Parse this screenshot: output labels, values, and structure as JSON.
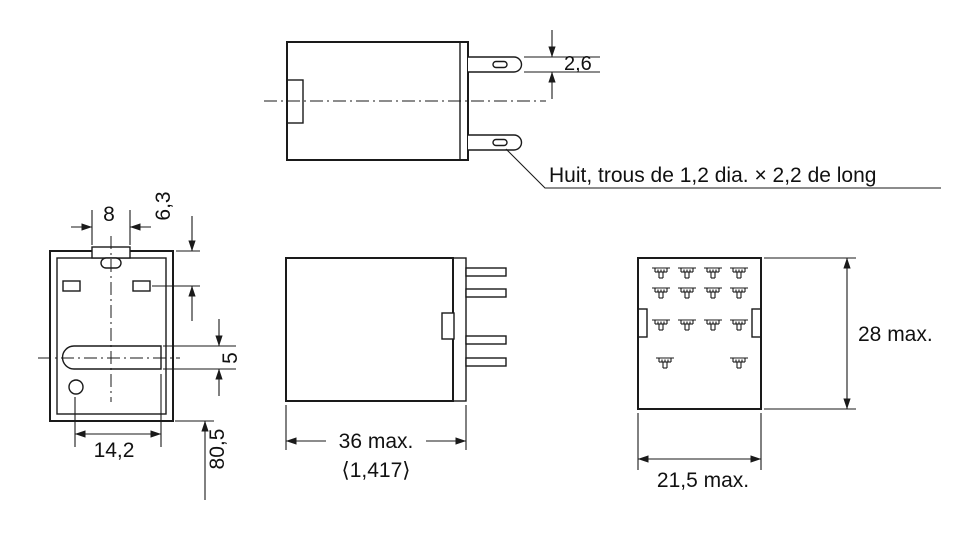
{
  "diagram": {
    "background": "#ffffff",
    "ink": "#1a1a1a",
    "callout": {
      "text": "Huit, trous de 1,2 dia. × 2,2 de long"
    },
    "top_view": {
      "pin_thickness": "2,6"
    },
    "front_view": {
      "tab_width": "8",
      "top_offset": "6,3",
      "slot_height": "5",
      "slot_length": "14,2",
      "height": "80,5"
    },
    "side_view": {
      "depth": "36 max.",
      "depth_inches": "⟨1,417⟩"
    },
    "bottom_view": {
      "height": "28 max.",
      "width": "21,5 max."
    }
  }
}
